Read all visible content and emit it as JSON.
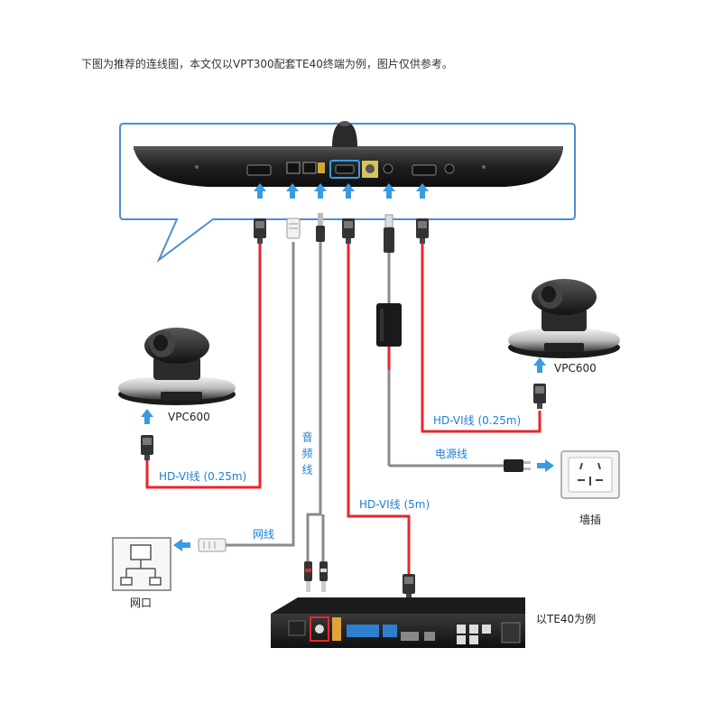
{
  "caption": "下图为推荐的连线图，本文仅以VPT300配套TE40终端为例，图片仅供参考。",
  "labels": {
    "vpc600_left": "VPC600",
    "vpc600_right": "VPC600",
    "hdvi_left": "HD-VI线 (0.25m)",
    "hdvi_right": "HD-VI线 (0.25m)",
    "hdvi_5m": "HD-VI线 (5m)",
    "audio_cable": "音频线",
    "power_cable": "电源线",
    "network_cable": "网线",
    "network_port": "网口",
    "wall_socket": "墙插",
    "te40_example": "以TE40为例"
  },
  "colors": {
    "red_cable": "#e8262b",
    "gray_cable": "#8a8a8a",
    "arrow_blue": "#3a9be0",
    "bubble_border": "#4a8fd3",
    "device_dark": "#2a2a2a",
    "label_blue": "#1e7fd6"
  }
}
